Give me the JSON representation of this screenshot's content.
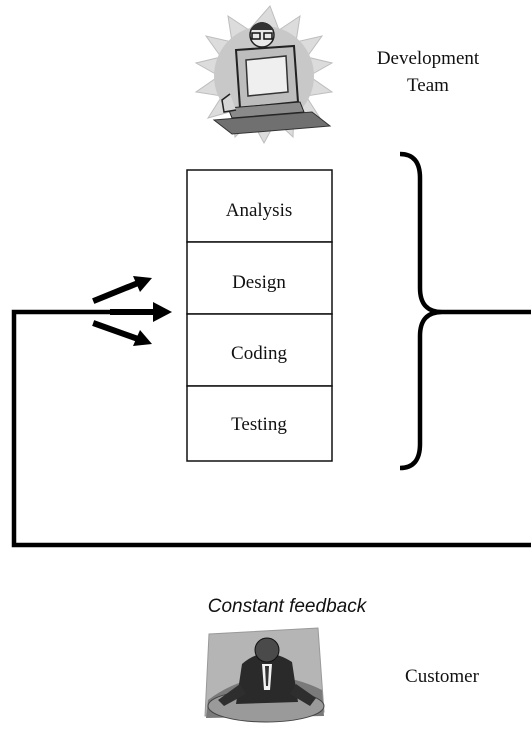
{
  "development_team": {
    "label_line1": "Development",
    "label_line2": "Team"
  },
  "phases": [
    "Analysis",
    "Design",
    "Coding",
    "Testing"
  ],
  "feedback": {
    "label": "Constant feedback"
  },
  "customer": {
    "label": "Customer"
  }
}
